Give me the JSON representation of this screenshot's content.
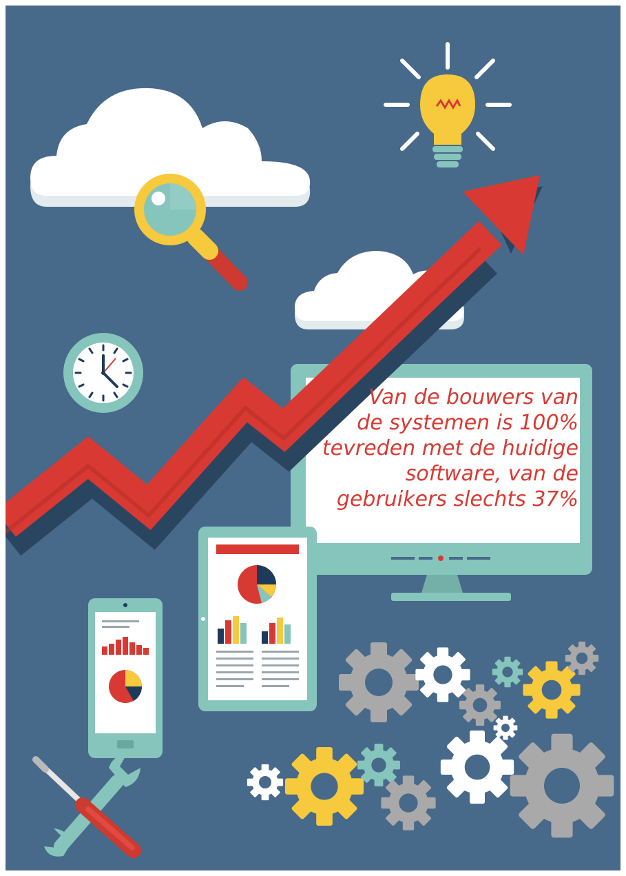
{
  "caption": {
    "line1": "Van de bouwers van",
    "line2": "de systemen is 100%",
    "line3": "tevreden met de huidige",
    "line4": "software, van de",
    "line5": "gebruikers slechts 37%"
  },
  "colors": {
    "background": "#47698a",
    "arrow": "#d83a33",
    "teal": "#86c5bc",
    "yellow": "#f7c93c",
    "gray": "#a8a8a8",
    "cloud": "#ffffff",
    "text": "#d83a33"
  },
  "icons": [
    "cloud-icon",
    "magnifier-icon",
    "lightbulb-icon",
    "growth-arrow-icon",
    "clock-icon",
    "monitor-icon",
    "tablet-icon",
    "phone-icon",
    "gears-icon",
    "wrench-icon",
    "screwdriver-icon",
    "pie-chart-icon",
    "bar-chart-icon"
  ]
}
